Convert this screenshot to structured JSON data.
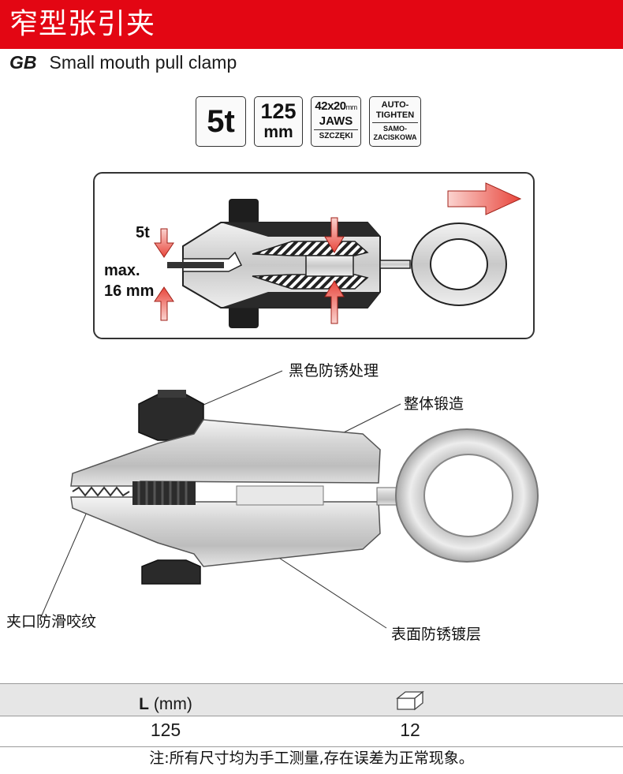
{
  "header": {
    "title": "窄型张引夹"
  },
  "subtitle": {
    "code": "GB",
    "text": "Small mouth pull clamp"
  },
  "badges": {
    "force": "5t",
    "length_value": "125",
    "length_unit": "mm",
    "jaws_size": "42x20",
    "jaws_size_unit": "mm",
    "jaws_label": "JAWS",
    "jaws_sub": "SZCZĘKI",
    "auto_line1": "AUTO-",
    "auto_line2": "TIGHTEN",
    "auto_sub_line1": "SAMO-",
    "auto_sub_line2": "ZACISKOWA"
  },
  "diagram": {
    "force_label": "5t",
    "max_label": "max.",
    "thickness_label": "16 mm"
  },
  "callouts": {
    "black_treatment": "黑色防锈处理",
    "forged": "整体锻造",
    "jaw_teeth": "夹口防滑咬纹",
    "surface_coating": "表面防锈镀层"
  },
  "spec_table": {
    "col1_header_bold": "L",
    "col1_header_unit": "(mm)",
    "col2_header_icon": "box-icon",
    "rows": [
      {
        "length": "125",
        "qty": "12"
      }
    ]
  },
  "note": "注:所有尺寸均为手工测量,存在误差为正常现象。",
  "colors": {
    "brand_red": "#e30613",
    "arrow_red": "#e8463c"
  }
}
